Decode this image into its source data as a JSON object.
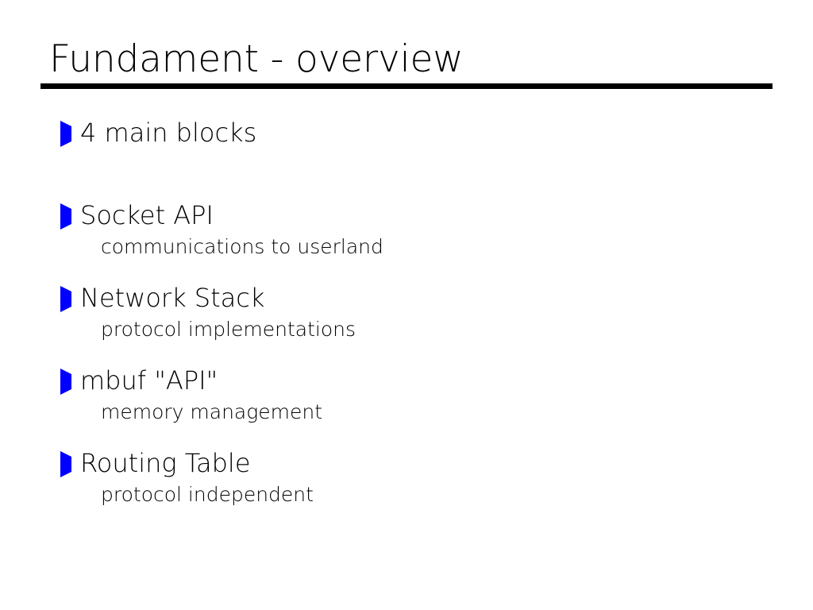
{
  "slide": {
    "title": "Fundament - overview",
    "background_color": "#ffffff",
    "text_color": "#000000",
    "marker_color": "#0000ff",
    "rule_color": "#000000",
    "items": [
      {
        "marker": "triangle-right-icon",
        "text": "4 main blocks",
        "sub": []
      },
      {
        "marker": "triangle-right-icon",
        "text": "Socket API",
        "sub": [
          {
            "marker": "dot-icon",
            "text": "communications to userland"
          }
        ]
      },
      {
        "marker": "triangle-right-icon",
        "text": "Network Stack",
        "sub": [
          {
            "marker": "dot-icon",
            "text": "protocol implementations"
          }
        ]
      },
      {
        "marker": "triangle-right-icon",
        "text": "mbuf \"API\"",
        "sub": [
          {
            "marker": "dot-icon",
            "text": "memory management"
          }
        ]
      },
      {
        "marker": "triangle-right-icon",
        "text": "Routing Table",
        "sub": [
          {
            "marker": "dot-icon",
            "text": "protocol independent"
          }
        ]
      }
    ]
  }
}
